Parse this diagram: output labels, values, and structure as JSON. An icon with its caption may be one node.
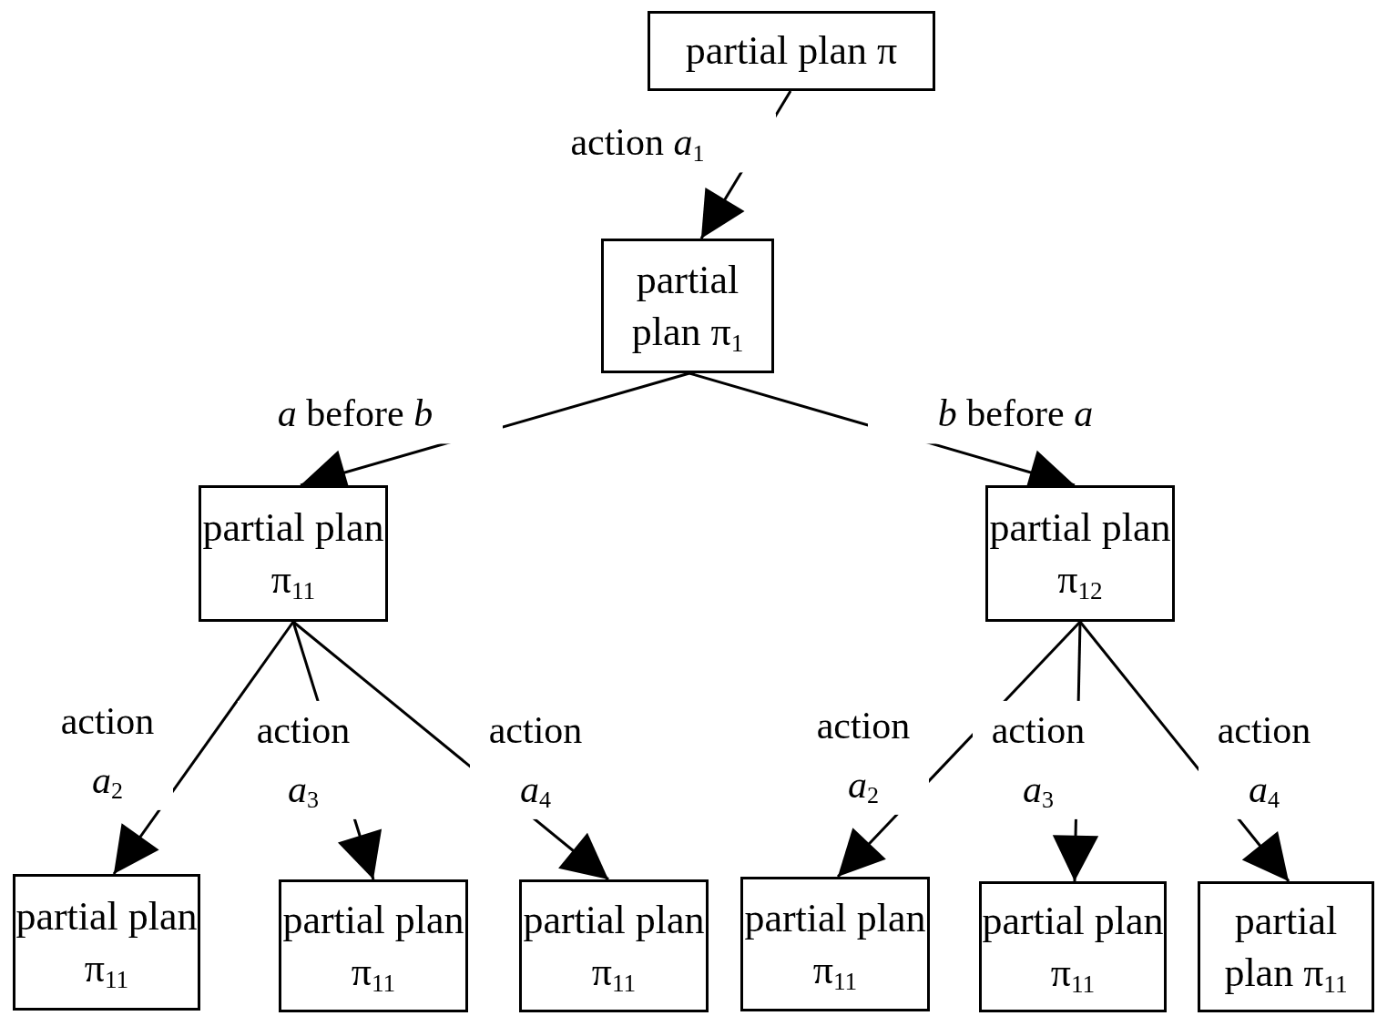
{
  "diagram": {
    "nodes": [
      {
        "text": [
          "partial plan π"
        ]
      },
      {
        "text": [
          "partial plan π$_{1}$"
        ]
      },
      {
        "text": [
          "partial plan π$_{11}$"
        ]
      },
      {
        "text": [
          "partial plan π$_{12}$"
        ]
      },
      {
        "text": [
          "partial plan π$_{11}$"
        ]
      },
      {
        "text": [
          "partial plan π$_{11}$"
        ]
      },
      {
        "text": [
          "partial plan π$_{11}$"
        ]
      },
      {
        "text": [
          "partial plan π$_{11}$"
        ]
      },
      {
        "text": [
          "partial plan π$_{11}$"
        ]
      },
      {
        "text": [
          "partial plan π$_{11}$"
        ]
      }
    ],
    "edges": [
      {
        "from": 0,
        "to": 1,
        "arrow": "to",
        "label": "action *a*$_{1}$"
      },
      {
        "from": 1,
        "to": 2,
        "arrow": "to",
        "label": "*a* before *b*"
      },
      {
        "from": 1,
        "to": 3,
        "arrow": "to",
        "label": "*b* before *a*"
      },
      {
        "from": 2,
        "to": 4,
        "arrow": "to",
        "label": "action *a*$_{2}$"
      },
      {
        "from": 2,
        "to": 5,
        "arrow": "to",
        "label": "action *a*$_{3}$"
      },
      {
        "from": 2,
        "to": 6,
        "arrow": "to",
        "label": "action *a*$_{4}$"
      },
      {
        "from": 3,
        "to": 7,
        "arrow": "to",
        "label": "action *a*$_{2}$"
      },
      {
        "from": 3,
        "to": 8,
        "arrow": "to",
        "label": "action *a*$_{3}$"
      },
      {
        "from": 3,
        "to": 9,
        "arrow": "to",
        "label": "action *a*$_{4}$"
      }
    ]
  }
}
